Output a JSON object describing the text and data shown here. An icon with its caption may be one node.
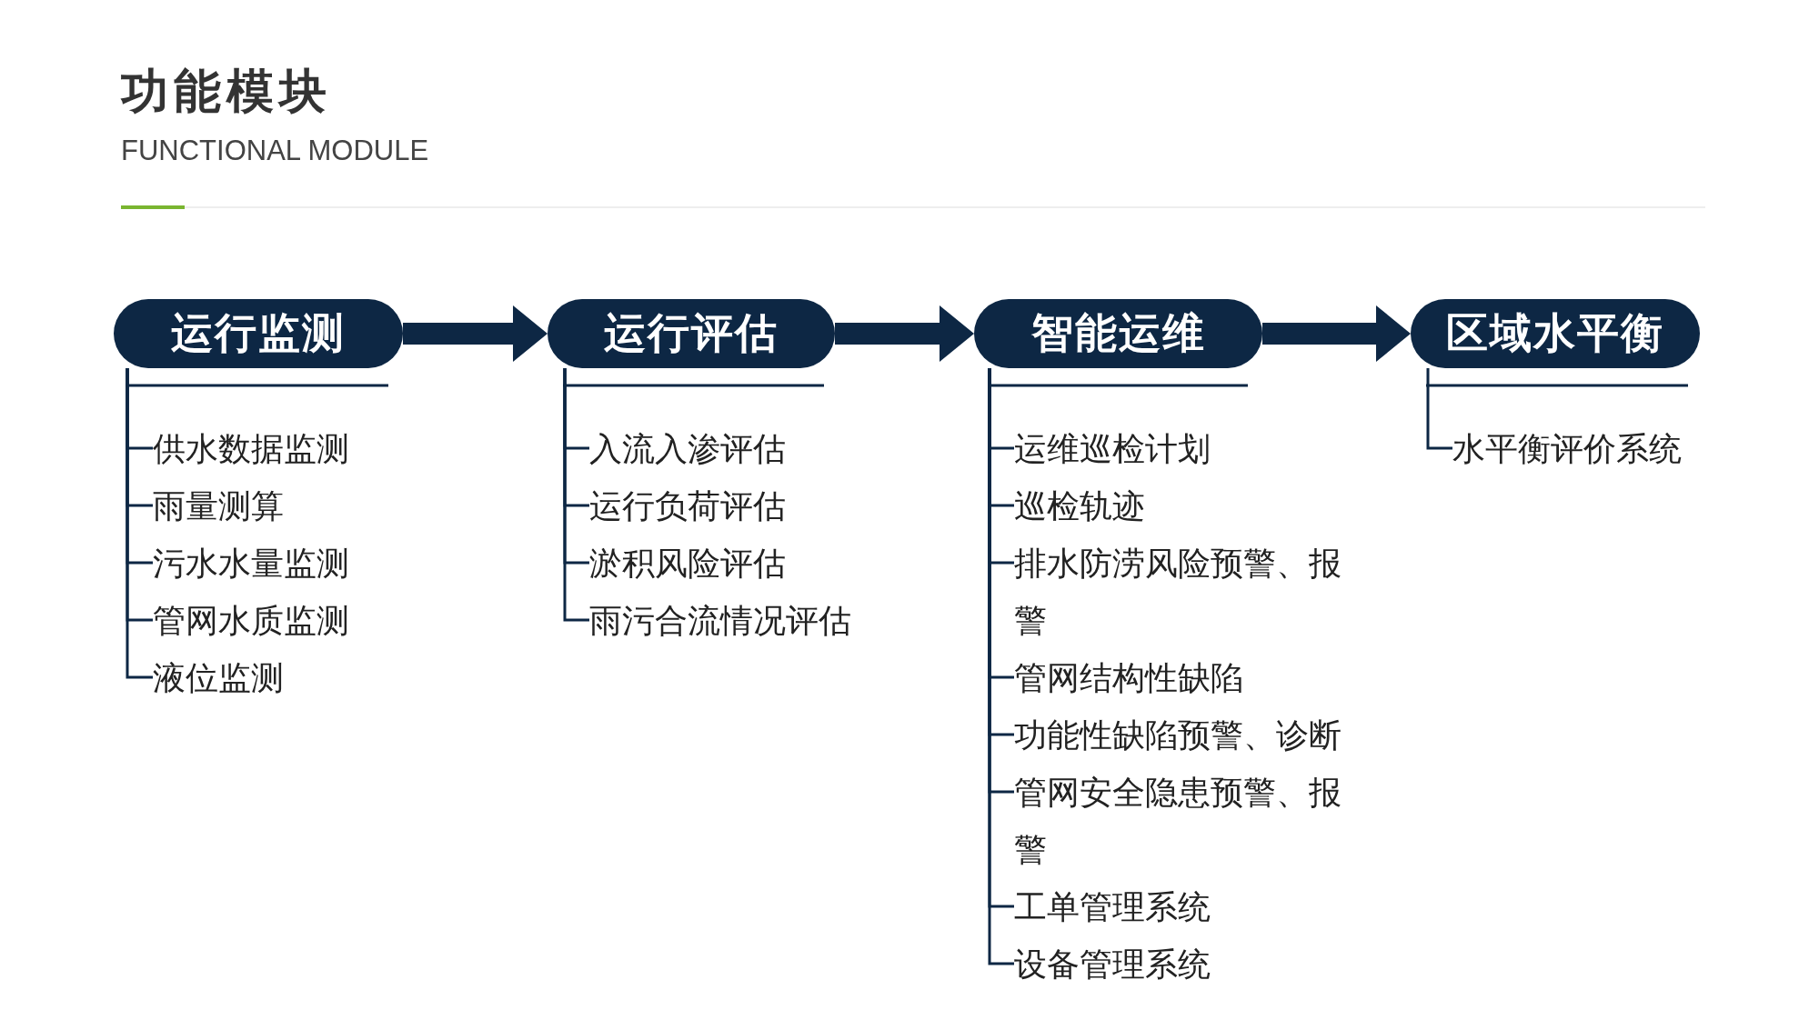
{
  "diagram": {
    "title": "功能模块",
    "nodes": [
      {
        "text": [
          "运行监测"
        ]
      },
      {
        "text": [
          "供水数据监测"
        ]
      },
      {
        "text": [
          "雨量测算"
        ]
      },
      {
        "text": [
          "污水水量监测"
        ]
      },
      {
        "text": [
          "管网水质监测"
        ]
      },
      {
        "text": [
          "液位监测"
        ]
      },
      {
        "text": [
          "运行评估"
        ]
      },
      {
        "text": [
          "入流入渗评估"
        ]
      },
      {
        "text": [
          "运行负荷评估"
        ]
      },
      {
        "text": [
          "淤积风险评估"
        ]
      },
      {
        "text": [
          "雨污合流情况评估"
        ]
      },
      {
        "text": [
          "智能运维"
        ]
      },
      {
        "text": [
          "运维巡检计划"
        ]
      },
      {
        "text": [
          "巡检轨迹"
        ]
      },
      {
        "text": [
          "排水防涝风险预警、报警"
        ]
      },
      {
        "text": [
          "管网结构性缺陷"
        ]
      },
      {
        "text": [
          "功能性缺陷预警、诊断"
        ]
      },
      {
        "text": [
          "管网安全隐患预警、报警"
        ]
      },
      {
        "text": [
          "工单管理系统"
        ]
      },
      {
        "text": [
          "设备管理系统"
        ]
      },
      {
        "text": [
          "区域水平衡"
        ]
      },
      {
        "text": [
          "水平衡评价系统"
        ]
      }
    ],
    "edges": [
      {
        "from": 0,
        "to": 6,
        "arrow": "to",
        "style": "thick"
      },
      {
        "from": 6,
        "to": 11,
        "arrow": "to",
        "style": "thick"
      },
      {
        "from": 11,
        "to": 20,
        "arrow": "to",
        "style": "thick"
      },
      {
        "from": 0,
        "to": 1,
        "arrow": "none"
      },
      {
        "from": 0,
        "to": 2,
        "arrow": "none"
      },
      {
        "from": 0,
        "to": 3,
        "arrow": "none"
      },
      {
        "from": 0,
        "to": 4,
        "arrow": "none"
      },
      {
        "from": 0,
        "to": 5,
        "arrow": "none"
      },
      {
        "from": 6,
        "to": 7,
        "arrow": "none"
      },
      {
        "from": 6,
        "to": 8,
        "arrow": "none"
      },
      {
        "from": 6,
        "to": 9,
        "arrow": "none"
      },
      {
        "from": 6,
        "to": 10,
        "arrow": "none"
      },
      {
        "from": 11,
        "to": 12,
        "arrow": "none"
      },
      {
        "from": 11,
        "to": 13,
        "arrow": "none"
      },
      {
        "from": 11,
        "to": 14,
        "arrow": "none"
      },
      {
        "from": 11,
        "to": 15,
        "arrow": "none"
      },
      {
        "from": 11,
        "to": 16,
        "arrow": "none"
      },
      {
        "from": 11,
        "to": 17,
        "arrow": "none"
      },
      {
        "from": 11,
        "to": 18,
        "arrow": "none"
      },
      {
        "from": 11,
        "to": 19,
        "arrow": "none"
      },
      {
        "from": 20,
        "to": 21,
        "arrow": "none"
      }
    ],
    "labels": [
      "FUNCTIONAL MODULE"
    ]
  }
}
